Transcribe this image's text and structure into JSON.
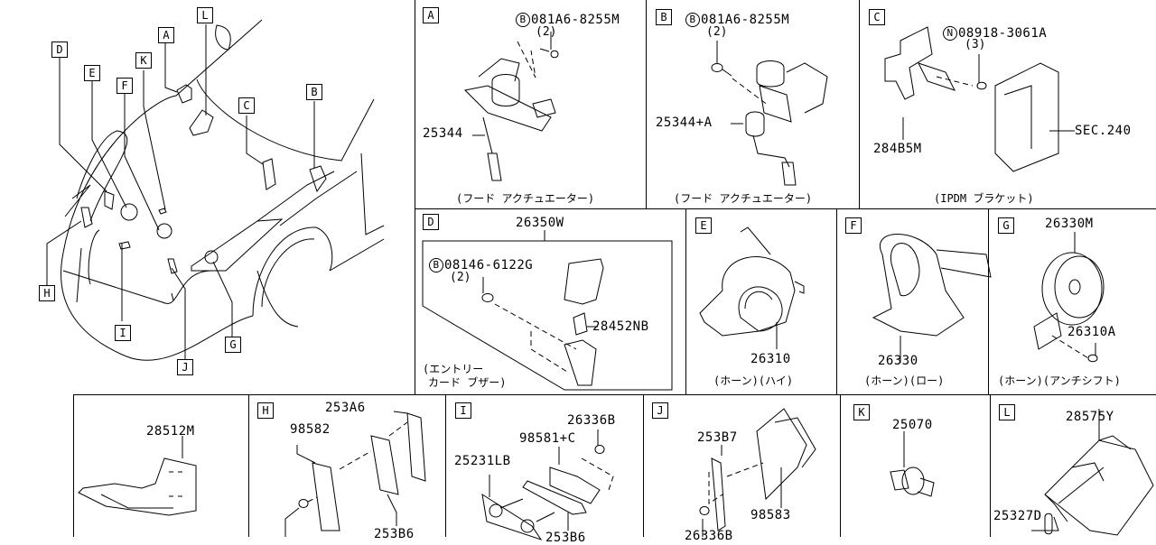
{
  "overview": {
    "callouts": [
      "A",
      "B",
      "C",
      "D",
      "E",
      "F",
      "G",
      "H",
      "I",
      "J",
      "K",
      "L"
    ]
  },
  "panels": {
    "A": {
      "tag": "A",
      "fastener": {
        "symbol": "B",
        "part": "081A6-8255M",
        "qty": "(2)"
      },
      "parts": [
        "25344"
      ],
      "caption": "(フード アクチュエーター)"
    },
    "B": {
      "tag": "B",
      "fastener": {
        "symbol": "B",
        "part": "081A6-8255M",
        "qty": "(2)"
      },
      "parts": [
        "25344+A"
      ],
      "caption": "(フード アクチュエーター)"
    },
    "C": {
      "tag": "C",
      "fastener": {
        "symbol": "N",
        "part": "08918-3061A",
        "qty": "(3)"
      },
      "parts": [
        "284B5M",
        "SEC.240"
      ],
      "caption": "(IPDM ブラケット)"
    },
    "D": {
      "tag": "D",
      "assembly": "26350W",
      "fastener": {
        "symbol": "B",
        "part": "08146-6122G",
        "qty": "(2)"
      },
      "parts": [
        "28452NB"
      ],
      "caption_lines": [
        "(エントリー",
        "カード ブザー)"
      ]
    },
    "E": {
      "tag": "E",
      "parts": [
        "26310"
      ],
      "caption": "(ホーン)(ハイ)"
    },
    "F": {
      "tag": "F",
      "parts": [
        "26330"
      ],
      "caption": "(ホーン)(ロー)"
    },
    "G": {
      "tag": "G",
      "parts": [
        "26330M",
        "26310A"
      ],
      "caption": "(ホーン)(アンチシフト)"
    },
    "M": {
      "parts": [
        "28512M"
      ]
    },
    "H": {
      "tag": "H",
      "parts": [
        "253A6",
        "98582",
        "253B6"
      ]
    },
    "I": {
      "tag": "I",
      "parts": [
        "26336B",
        "98581+C",
        "25231LB",
        "253B6"
      ]
    },
    "J": {
      "tag": "J",
      "parts": [
        "253B7",
        "98583",
        "26336B"
      ]
    },
    "K": {
      "tag": "K",
      "parts": [
        "25070"
      ]
    },
    "L": {
      "tag": "L",
      "parts": [
        "28575Y",
        "25327D"
      ]
    }
  }
}
